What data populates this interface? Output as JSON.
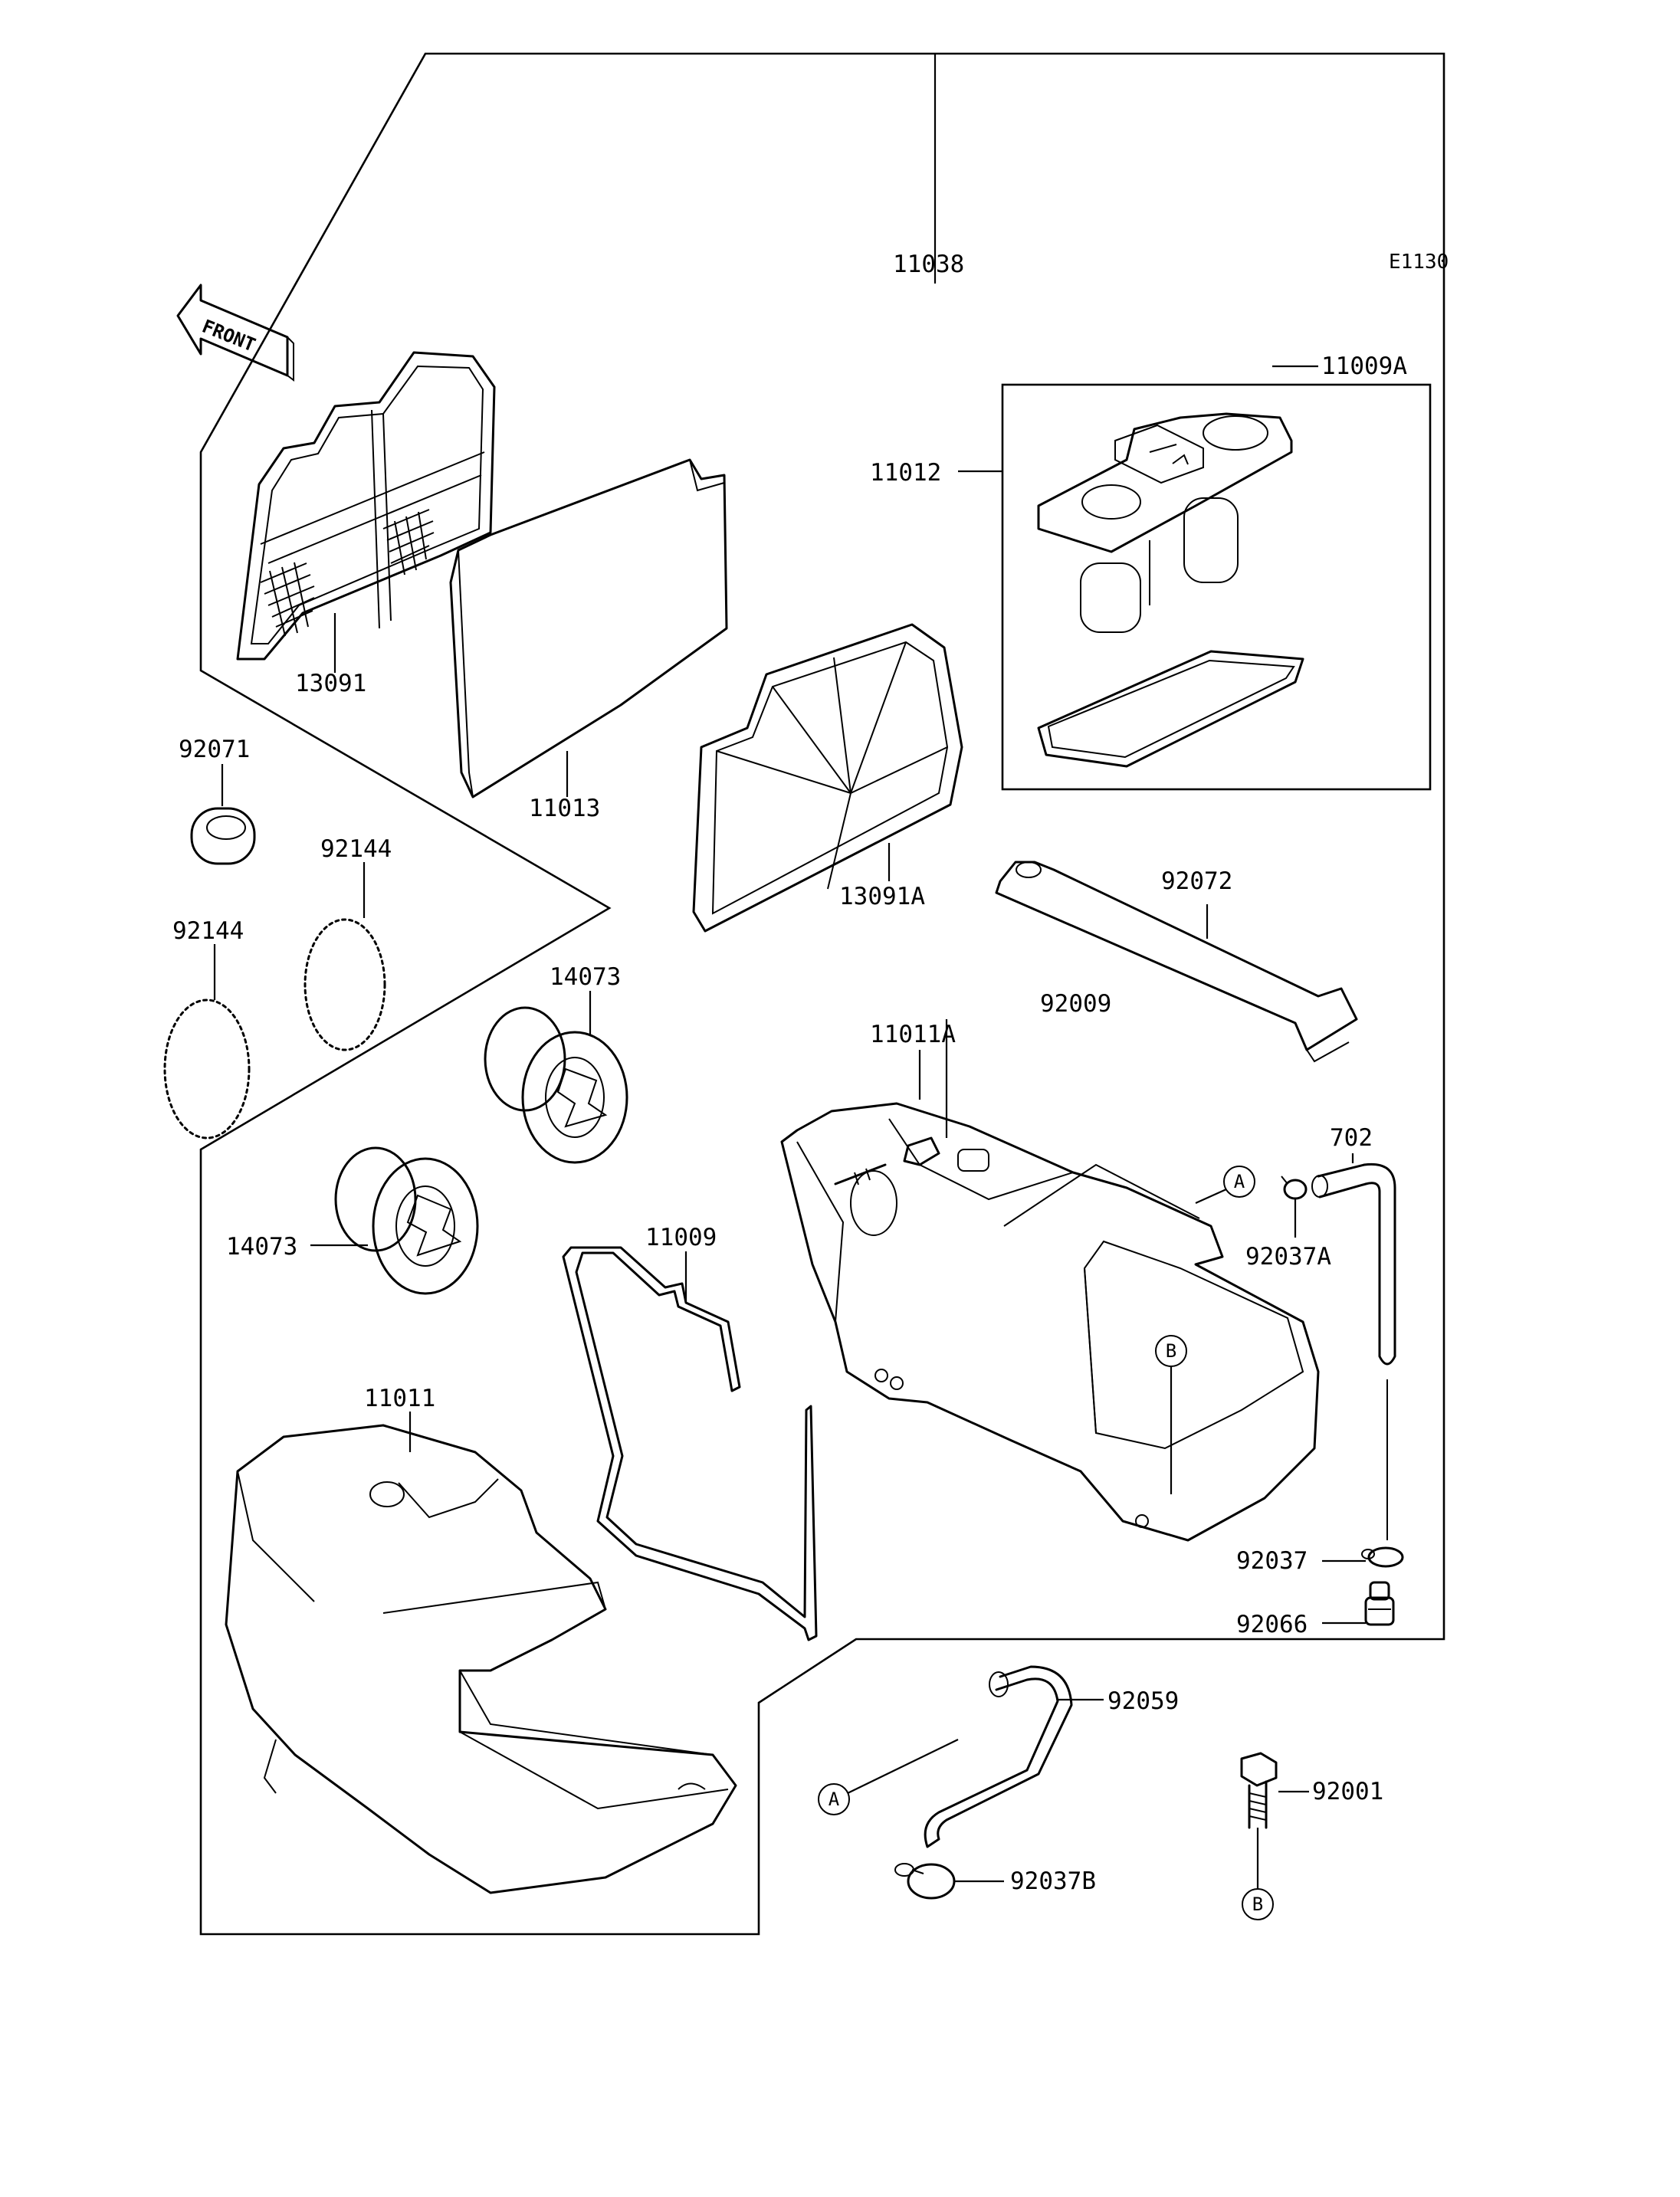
{
  "diagram": {
    "code": "E1130",
    "front_label": "FRONT",
    "callout_a": "A",
    "callout_b": "B"
  },
  "parts": {
    "p11038": "11038",
    "p11012": "11012",
    "p11009a": "11009A",
    "p13091": "13091",
    "p11013": "11013",
    "p13091a": "13091A",
    "p92072": "92072",
    "p92071": "92071",
    "p92144_upper": "92144",
    "p92144_lower": "92144",
    "p14073_upper": "14073",
    "p14073_lower": "14073",
    "p92009": "92009",
    "p11011a": "11011A",
    "p702": "702",
    "p92037a": "92037A",
    "p11009": "11009",
    "p11011": "11011",
    "p92037": "92037",
    "p92066": "92066",
    "p92059": "92059",
    "p92001": "92001",
    "p92037b": "92037B"
  }
}
